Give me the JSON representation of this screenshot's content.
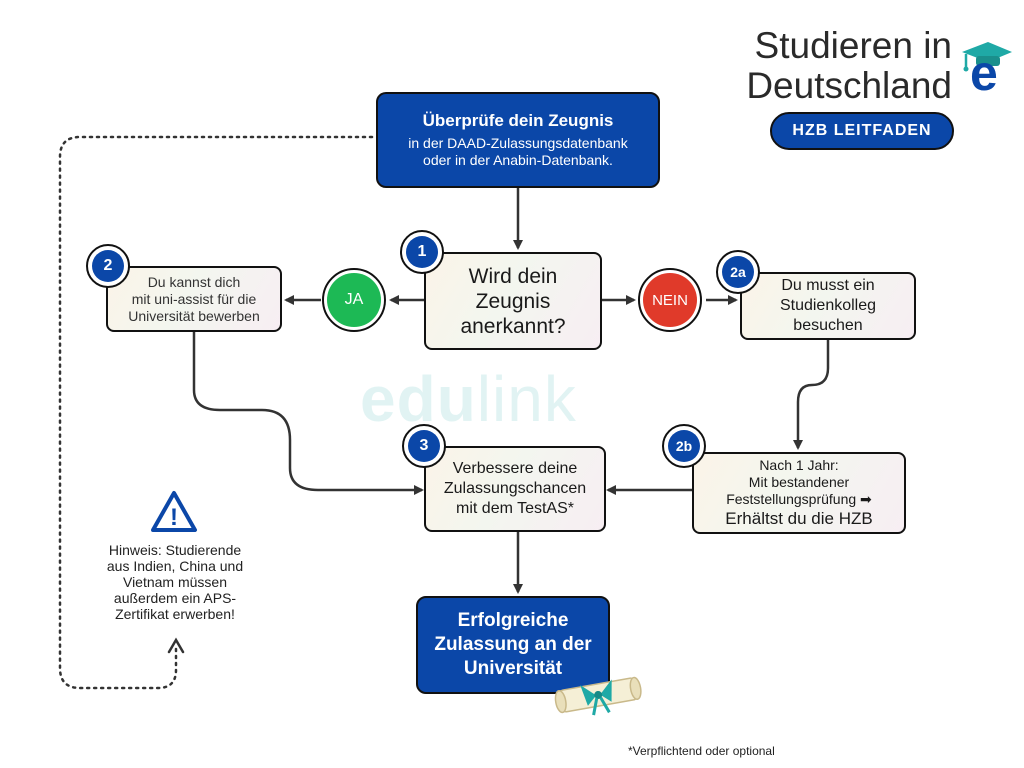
{
  "brand": {
    "title_line1": "Studieren in",
    "title_line2": "Deutschland",
    "tag": "HZB LEITFADEN",
    "logo_letter": "e"
  },
  "watermark": {
    "part1": "edu",
    "part2": "link"
  },
  "nodes": {
    "check": {
      "title": "Überprüfe dein Zeugnis",
      "line1": "in der DAAD-Zulassungsdatenbank",
      "line2": "oder in der Anabin-Datenbank."
    },
    "question": {
      "badge": "1",
      "line1": "Wird dein",
      "line2": "Zeugnis",
      "line3": "anerkannt?"
    },
    "yes": {
      "label": "JA"
    },
    "no": {
      "label": "NEIN"
    },
    "uni_assist": {
      "badge": "2",
      "line1": "Du kannst dich",
      "line2": "mit uni-assist für die",
      "line3": "Universität bewerben"
    },
    "studienkolleg": {
      "badge": "2a",
      "line1": "Du musst ein",
      "line2": "Studienkolleg",
      "line3": "besuchen"
    },
    "after_year": {
      "badge": "2b",
      "line1": "Nach 1 Jahr:",
      "line2": "Mit bestandener",
      "line3": "Feststellungsprüfung ➡",
      "line4": "Erhältst du die HZB"
    },
    "testas": {
      "badge": "3",
      "line1": "Verbessere deine",
      "line2": "Zulassungschancen",
      "line3": "mit dem TestAS*"
    },
    "success": {
      "line1": "Erfolgreiche",
      "line2": "Zulassung an der",
      "line3": "Universität"
    }
  },
  "notice": {
    "symbol": "!",
    "line1": "Hinweis: Studierende",
    "line2": "aus Indien, China und",
    "line3": "Vietnam müssen",
    "line4": "außerdem ein APS-",
    "line5": "Zertifikat erwerben!"
  },
  "footnote": "*Verpflichtend oder optional",
  "colors": {
    "blue": "#0b47a8",
    "yes_green": "#1db955",
    "no_red": "#e03a2a",
    "teal": "#1fa9a6"
  }
}
